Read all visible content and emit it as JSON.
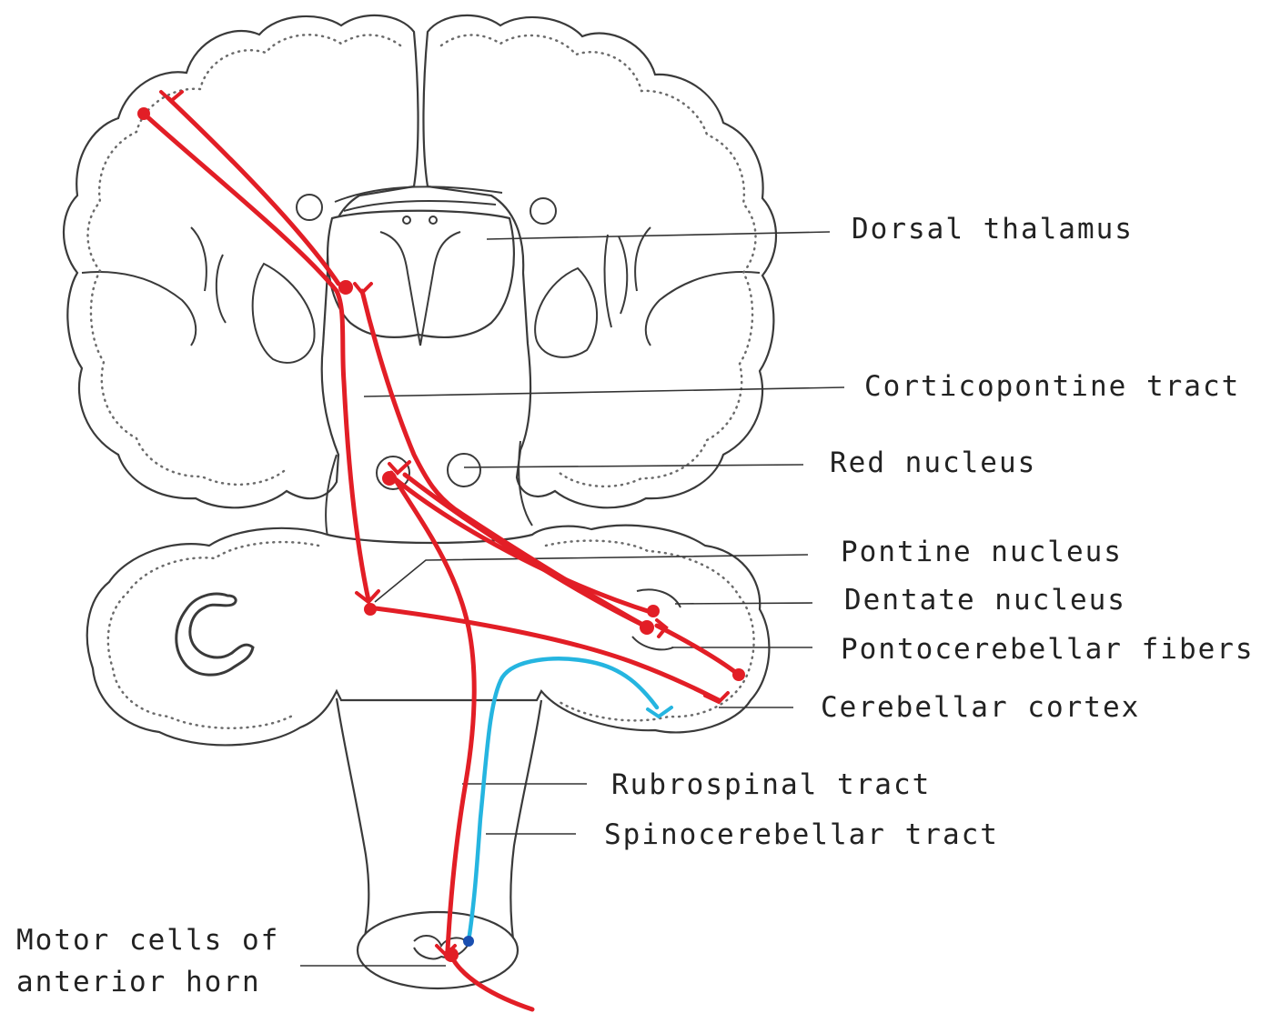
{
  "labels": {
    "dorsal_thalamus": "Dorsal thalamus",
    "corticopontine_tract": "Corticopontine tract",
    "red_nucleus": "Red nucleus",
    "pontine_nucleus": "Pontine nucleus",
    "dentate_nucleus": "Dentate nucleus",
    "pontocerebellar_fibers": "Pontocerebellar fibers",
    "cerebellar_cortex": "Cerebellar cortex",
    "rubrospinal_tract": "Rubrospinal tract",
    "spinocerebellar_tract": "Spinocerebellar tract",
    "motor_cells_line1": "Motor cells of",
    "motor_cells_line2": "anterior horn"
  },
  "colors": {
    "pathway_red": "#e21e26",
    "pathway_blue": "#25b5e0",
    "outline": "#3a3a3a"
  }
}
